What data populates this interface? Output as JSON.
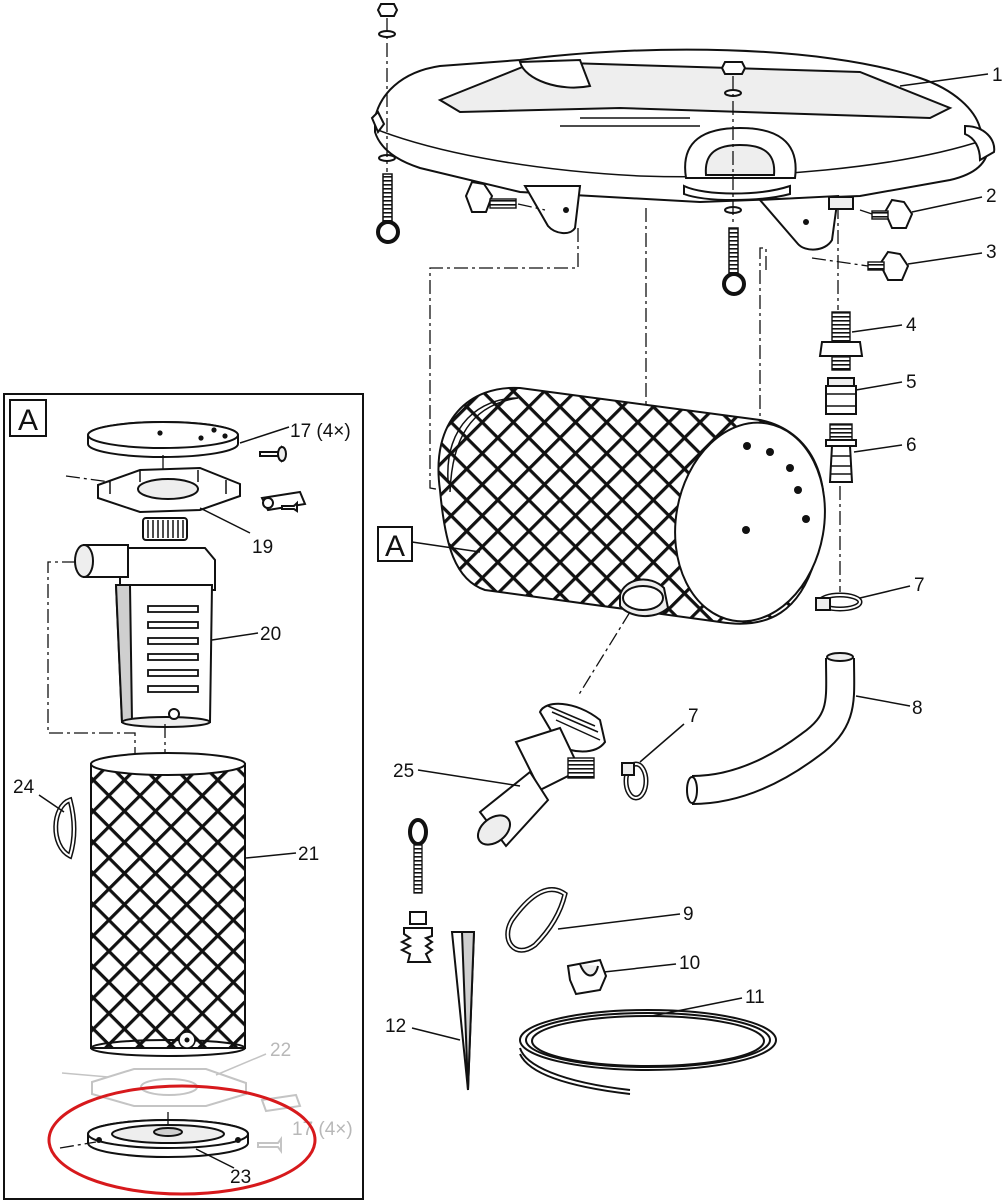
{
  "detail_box": {
    "label": "A"
  },
  "main_view": {
    "inset_reference_label": "A"
  },
  "callouts": {
    "p1": "1",
    "p2": "2",
    "p3": "3",
    "p4": "4",
    "p5": "5",
    "p6": "6",
    "p7a": "7",
    "p7b": "7",
    "p8": "8",
    "p9": "9",
    "p10": "10",
    "p11": "11",
    "p12": "12",
    "p17a": "17 (4×)",
    "p17b": "17 (4×)",
    "p19": "19",
    "p20": "20",
    "p21": "21",
    "p22": "22",
    "p23": "23",
    "p24": "24",
    "p25": "25"
  },
  "highlight": {
    "color": "#d7191c",
    "target_part": "23"
  }
}
